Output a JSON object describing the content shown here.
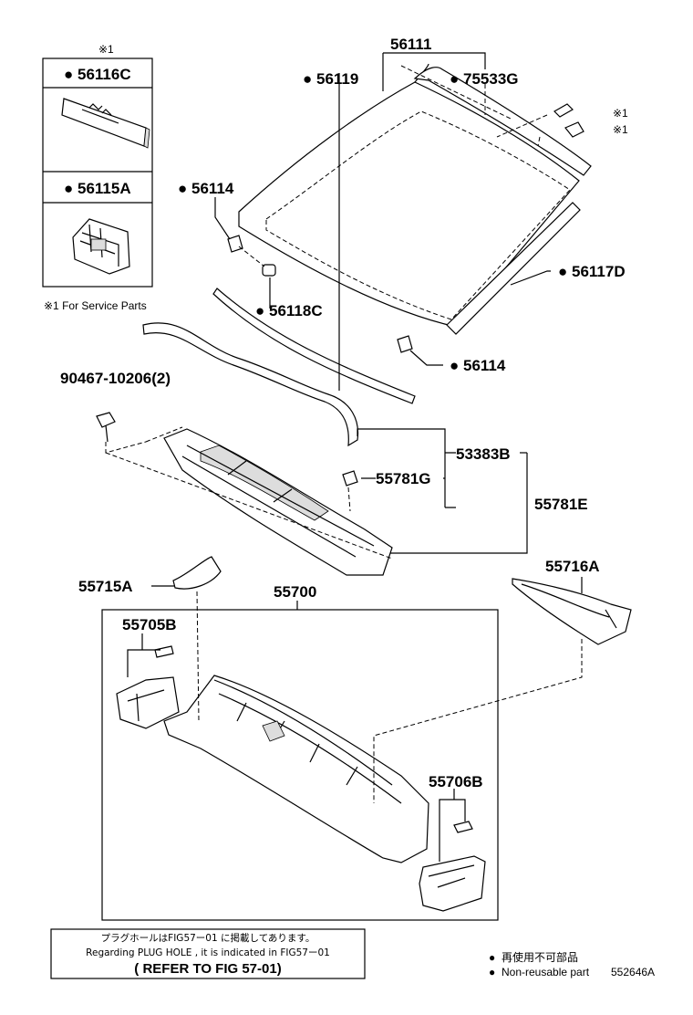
{
  "service_box": {
    "mark": "※1",
    "items": [
      {
        "bullet": "●",
        "code": "56116C"
      },
      {
        "bullet": "●",
        "code": "56115A"
      }
    ],
    "note": "※1 For Service Parts"
  },
  "callouts": {
    "c56111": "56111",
    "c56119": "56119",
    "c75533G": "75533G",
    "c56114a": "56114",
    "c56114b": "56114",
    "c56118C": "56118C",
    "c56117D": "56117D",
    "c90467": "90467-10206(2)",
    "c53383B": "53383B",
    "c55781G": "55781G",
    "c55781E": "55781E",
    "c55716A": "55716A",
    "c55715A": "55715A",
    "c55700": "55700",
    "c55705B": "55705B",
    "c55706B": "55706B",
    "star1a": "※1",
    "star1b": "※1"
  },
  "bullet": "●",
  "notice": {
    "line1": "プラグホールはFIG57ー01 に掲載してあります。",
    "line2": "Regarding PLUG HOLE , it is indicated in FIG57ー01",
    "line3": "( REFER TO FIG 57-01)"
  },
  "legend": {
    "jp": "再使用不可部品",
    "en": "Non-reusable part",
    "figure_id": "552646A"
  }
}
